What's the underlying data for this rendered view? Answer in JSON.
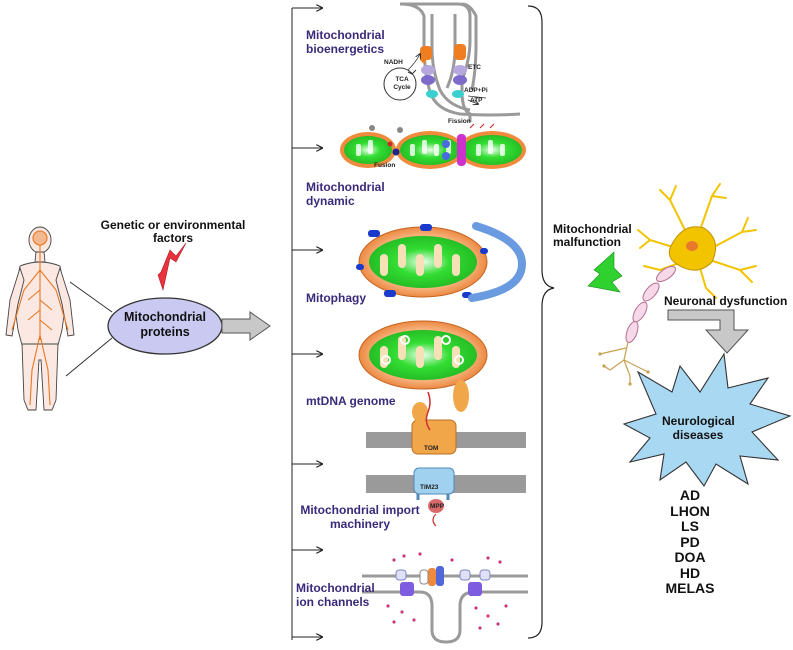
{
  "left": {
    "trigger_label": "Genetic or environmental factors",
    "node_label": "Mitochondrial proteins"
  },
  "branches": [
    {
      "label": "Mitochondrial bioenergetics"
    },
    {
      "label": "Mitochondrial dynamic"
    },
    {
      "label": "Mitophagy"
    },
    {
      "label": "mtDNA genome"
    },
    {
      "label": "Mitochondrial import machinery"
    },
    {
      "label": "Mitochondrial ion channels"
    }
  ],
  "details": {
    "nadh": "NADH",
    "tca": "TCA Cycle",
    "etc": "ETC",
    "adp": "ADP+Pi",
    "atp": "ATP",
    "fission": "Fission",
    "fusion": "Fusion",
    "tom": "TOM",
    "tim23": "TIM23",
    "mpp": "MPP"
  },
  "right": {
    "malfunction_label": "Mitochondrial malfunction",
    "dysfunction_label": "Neuronal dysfunction",
    "diseases_label": "Neurological diseases",
    "diseases": [
      "AD",
      "LHON",
      "LS",
      "PD",
      "DOA",
      "HD",
      "MELAS"
    ]
  },
  "colors": {
    "label_purple": "#3a2a7a",
    "node_fill": "#c9c9f2",
    "lightning_red": "#e8323c",
    "lightning_green": "#2fd12f",
    "star_blue": "#a9d8f2",
    "matrix_green": "#33dd33",
    "outer_orange": "#f08a3c"
  }
}
